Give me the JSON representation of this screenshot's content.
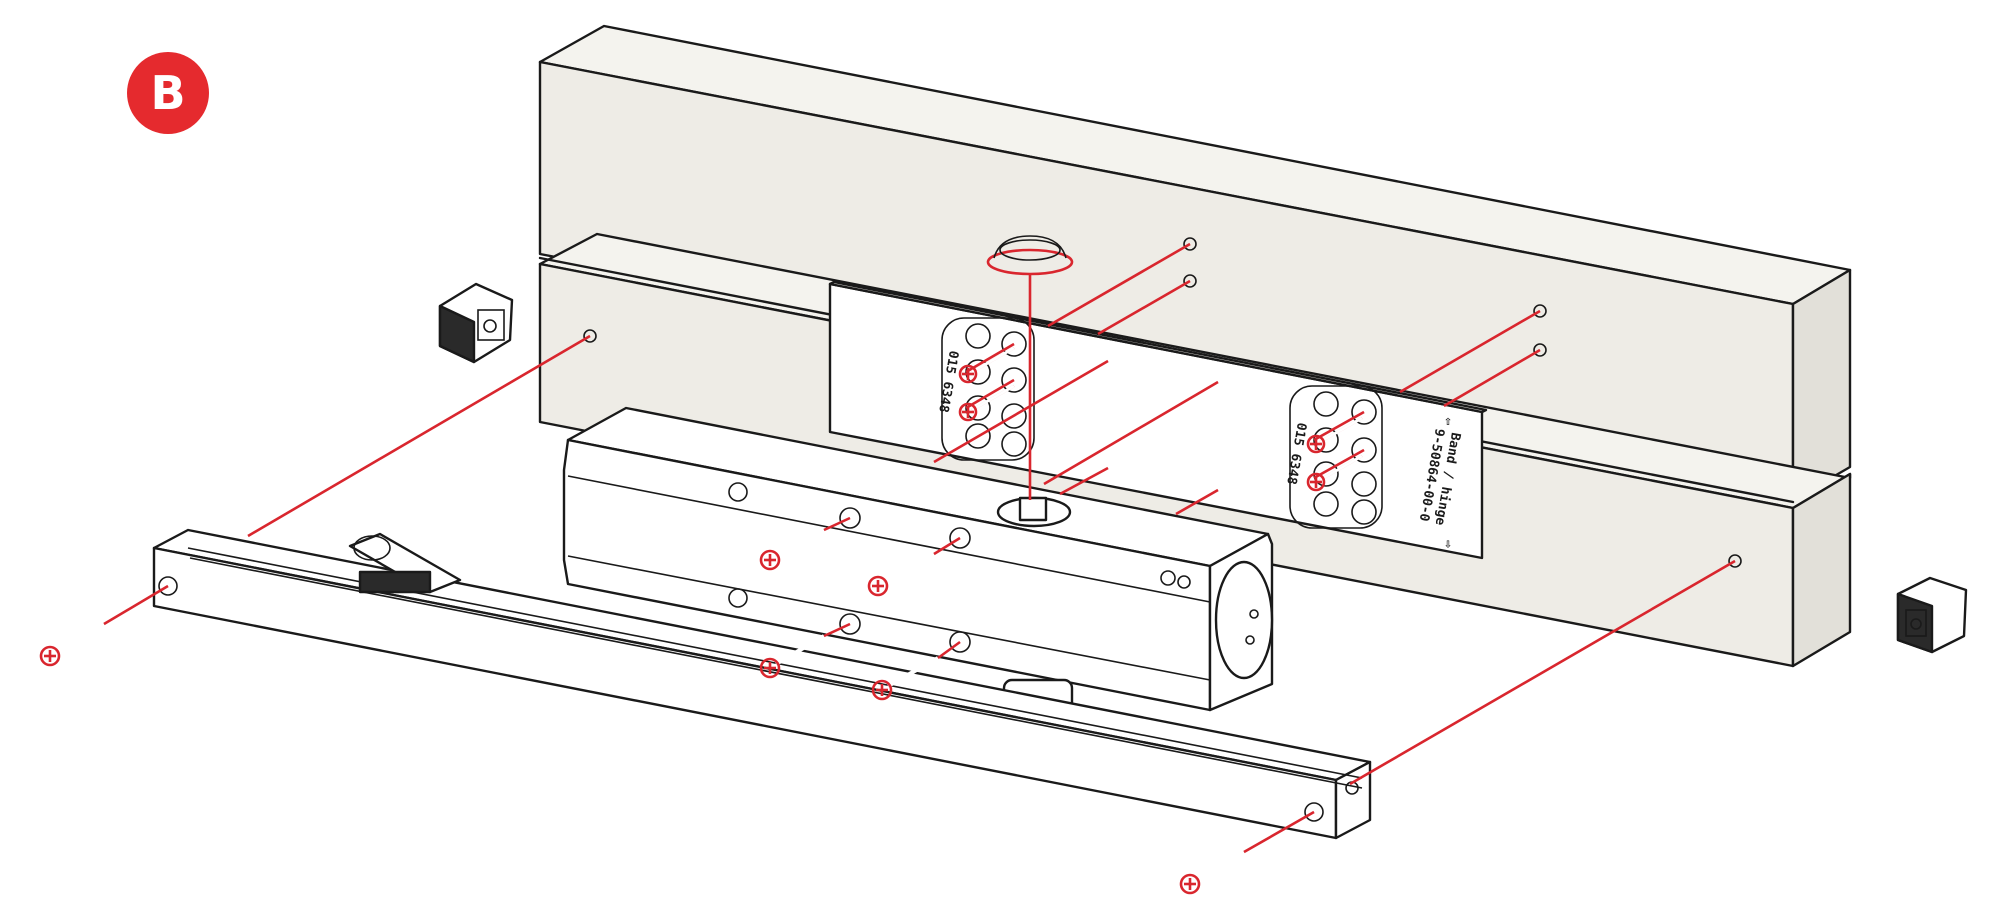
{
  "step_badge": {
    "label": "B",
    "color": "#e52a2e"
  },
  "colors": {
    "outline": "#1a1a1a",
    "accent_red": "#d9262e",
    "frame_fill": "#eeece6",
    "body_fill": "#ffffff"
  },
  "mounting_plate": {
    "left_marking": "015 6348",
    "right_marking": "015 6348",
    "label_line1": "Band / hinge",
    "label_line2": "9-50864-00-0"
  },
  "icons": [
    "end-cap-left-icon",
    "end-cap-right-icon",
    "screw-icon",
    "cover-cap-icon"
  ]
}
